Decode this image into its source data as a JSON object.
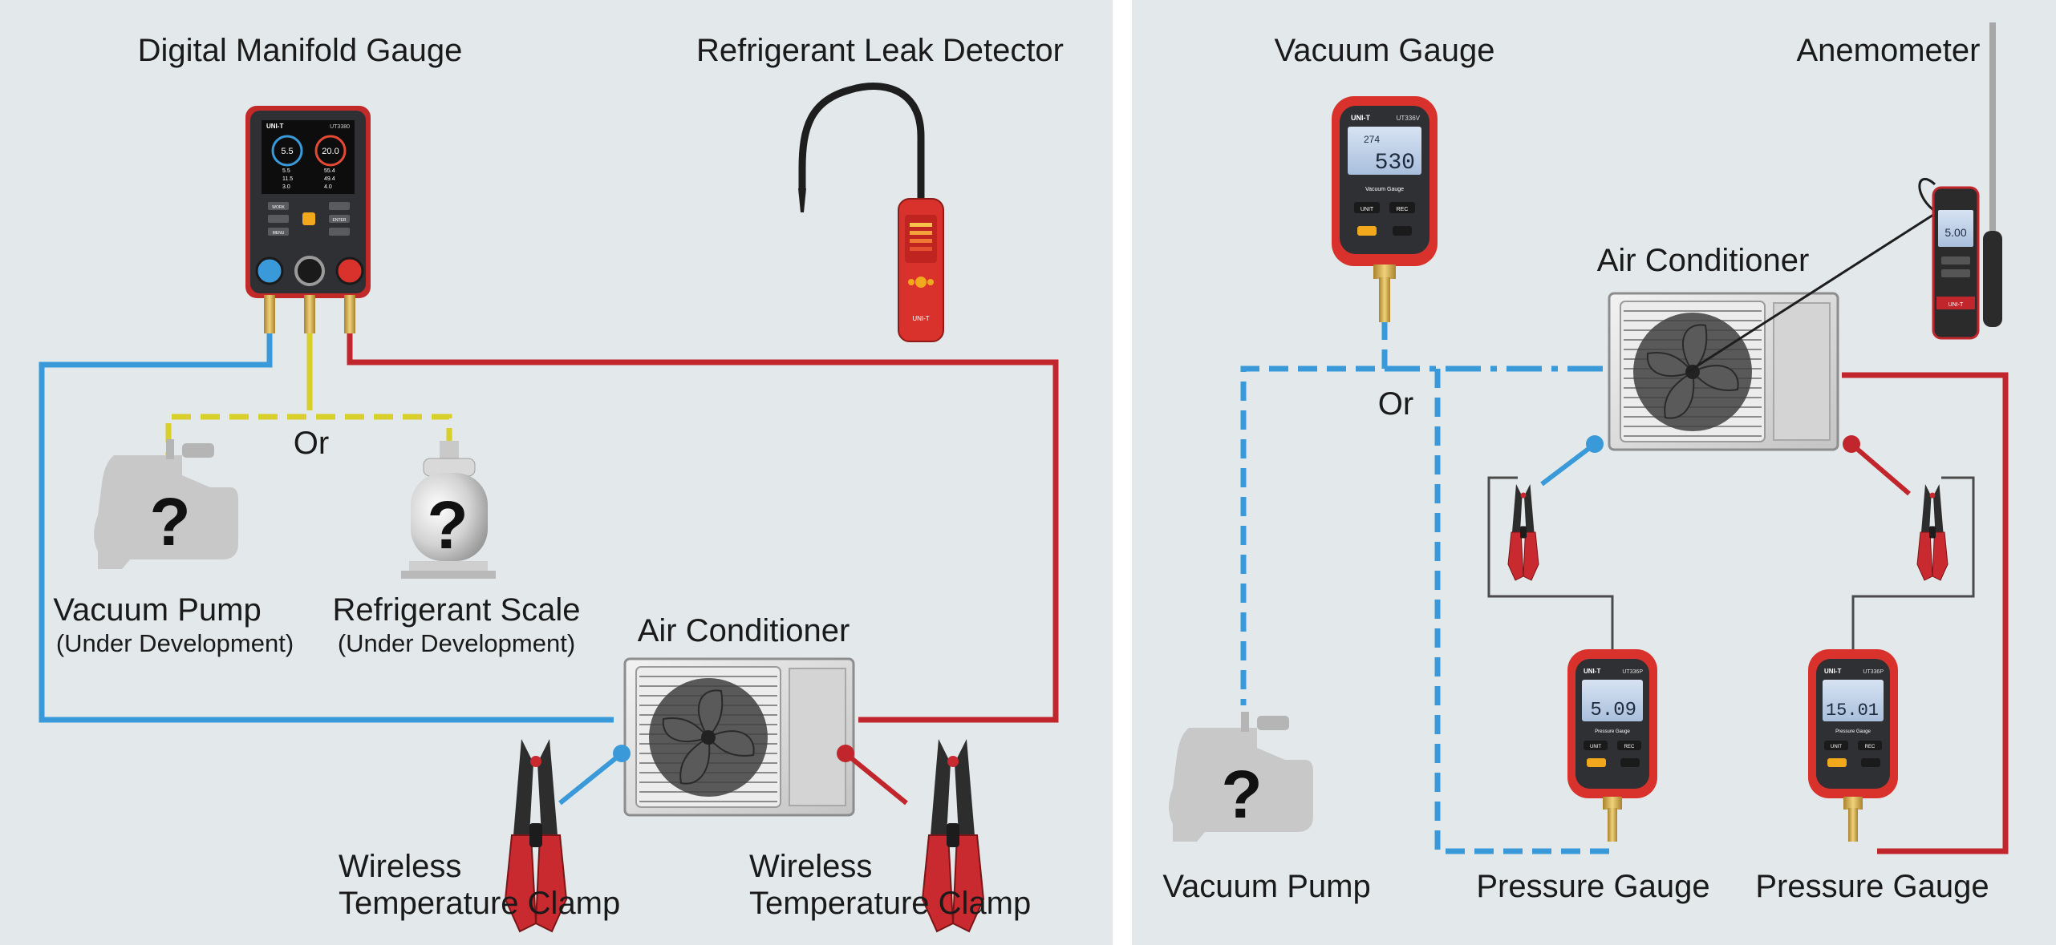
{
  "left_panel": {
    "manifold_title": "Digital Manifold Gauge",
    "leak_detector_title": "Refrigerant Leak Detector",
    "or_label": "Or",
    "vacuum_pump_label": "Vacuum Pump",
    "vacuum_pump_note": "(Under Development)",
    "scale_label": "Refrigerant Scale",
    "scale_note": "(Under Development)",
    "ac_label": "Air Conditioner",
    "clamp_left_line1": "Wireless",
    "clamp_left_line2": "Temperature Clamp",
    "clamp_right_line1": "Wireless",
    "clamp_right_line2": "Temperature Clamp",
    "unknown_mark": "?",
    "manifold_screen": {
      "brand": "UNI-T",
      "model": "UT3380",
      "left_dial": "5.5",
      "right_dial": "20.0",
      "left_values": [
        "5.5",
        "11.5",
        "3.0"
      ],
      "right_values": [
        "55.4",
        "49.4",
        "4.0"
      ],
      "buttons": [
        "WORK",
        "ENTER",
        "MENU"
      ]
    },
    "leak_detector_brand": "UNI-T"
  },
  "right_panel": {
    "vacuum_gauge_title": "Vacuum Gauge",
    "anemometer_title": "Anemometer",
    "ac_label": "Air Conditioner",
    "or_label": "Or",
    "vacuum_pump_label": "Vacuum Pump",
    "pressure_gauge_left_label": "Pressure Gauge",
    "pressure_gauge_right_label": "Pressure Gauge",
    "unknown_mark": "?",
    "vacuum_gauge_device": {
      "brand": "UNI-T",
      "model": "UT336V",
      "reading": "530",
      "small_reading": "274",
      "subtitle": "Vacuum Gauge",
      "buttons": [
        "UNIT",
        "REC"
      ]
    },
    "anemometer_reading": "5.00",
    "anemometer_brand": "UNI-T",
    "pressure_gauge_left_device": {
      "brand": "UNI-T",
      "model": "UT336P",
      "reading": "5.09",
      "subtitle": "Pressure Gauge",
      "buttons": [
        "UNIT",
        "REC"
      ]
    },
    "pressure_gauge_right_device": {
      "brand": "UNI-T",
      "model": "UT336P",
      "reading": "15.01",
      "subtitle": "Pressure Gauge",
      "buttons": [
        "UNIT",
        "REC"
      ]
    }
  },
  "colors": {
    "panel_bg": "#e3e9ea",
    "low_side_blue": "#3a9ad9",
    "high_side_red": "#c0262c",
    "charge_yellow": "#d8cf2a",
    "device_red": "#d9322c",
    "device_dark": "#2b2b2b",
    "placeholder_gray": "#c9c9c9"
  }
}
